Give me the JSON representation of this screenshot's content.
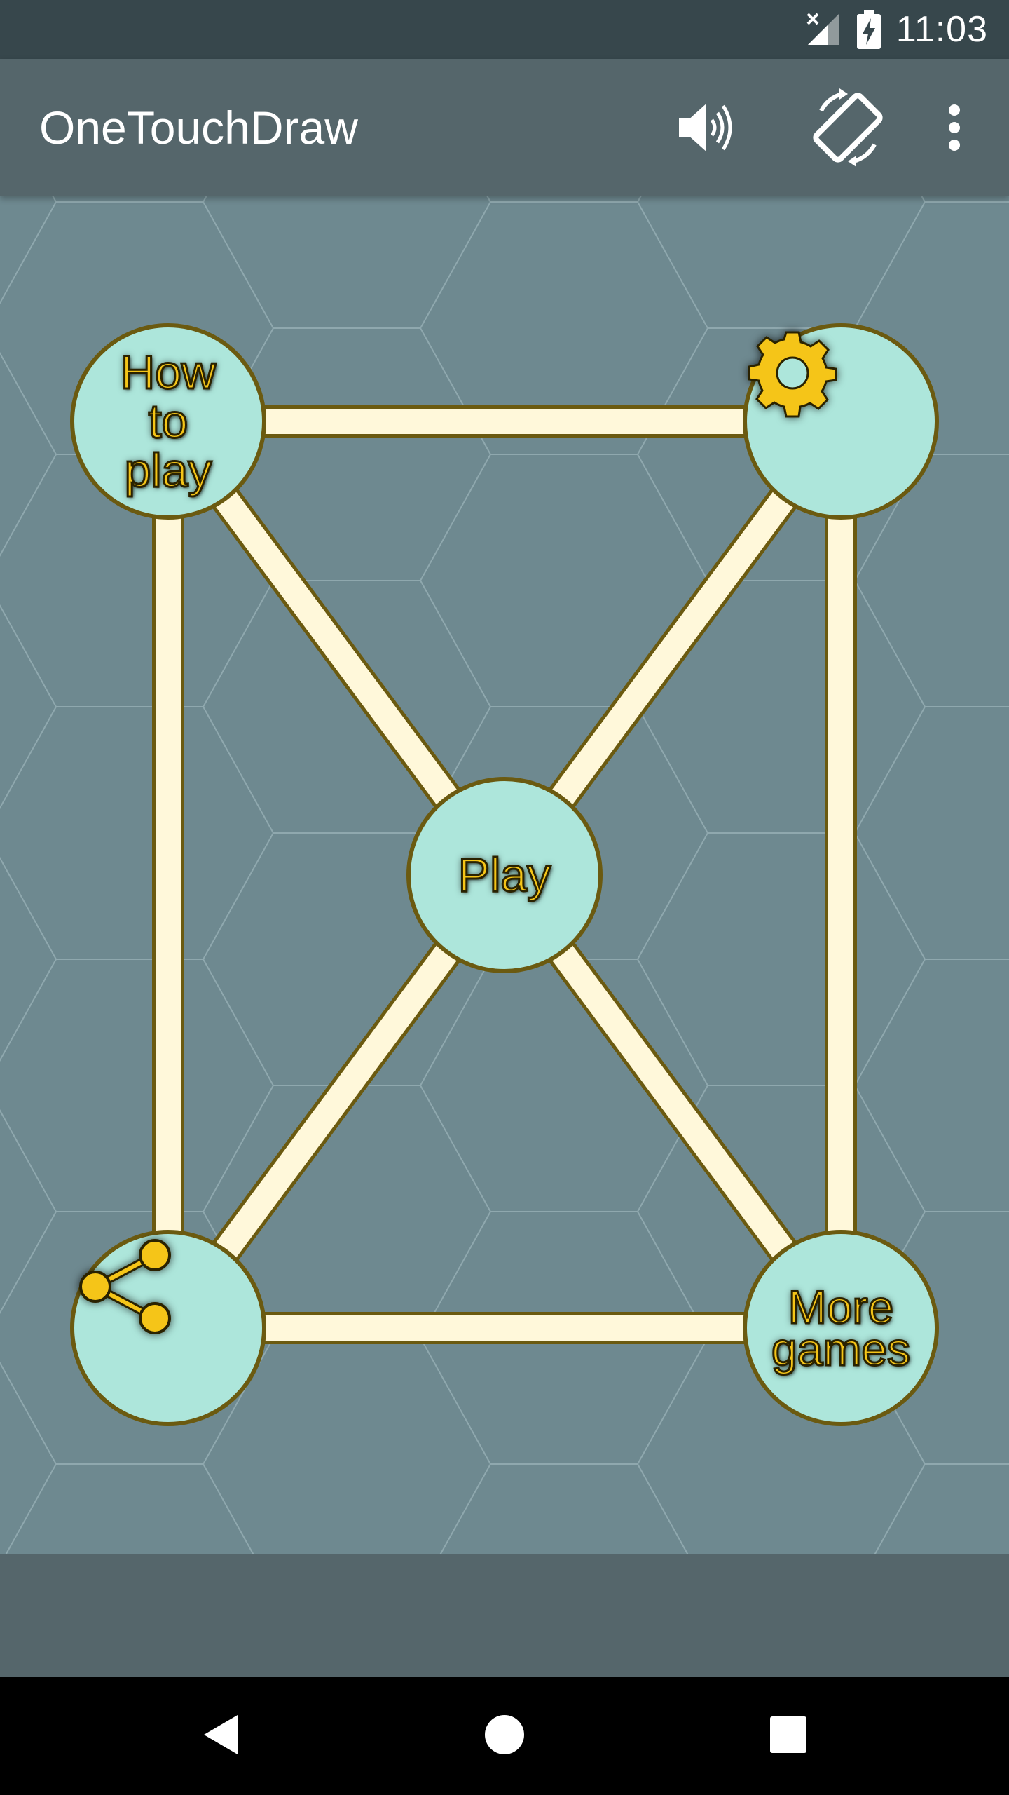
{
  "status_bar": {
    "time": "11:03",
    "icons": [
      "signal-off-icon",
      "battery-charging-icon"
    ]
  },
  "app_bar": {
    "title": "OneTouchDraw",
    "actions": [
      "sound-icon",
      "screen-rotation-icon",
      "more-vert-icon"
    ]
  },
  "menu": {
    "how_to_play": "How\nto\nplay",
    "settings_icon": "gear-icon",
    "play": "Play",
    "share_icon": "share-icon",
    "more_games": "More\ngames"
  },
  "nav_bar": {
    "icons": [
      "back-icon",
      "home-icon",
      "recents-icon"
    ]
  },
  "colors": {
    "status_bar": "#37474c",
    "app_bar": "#55666b",
    "board": "#6e8990",
    "node_fill": "#ade6db",
    "node_border": "#6b5a10",
    "edge_fill": "#fff8da",
    "label": "#f5c518"
  }
}
